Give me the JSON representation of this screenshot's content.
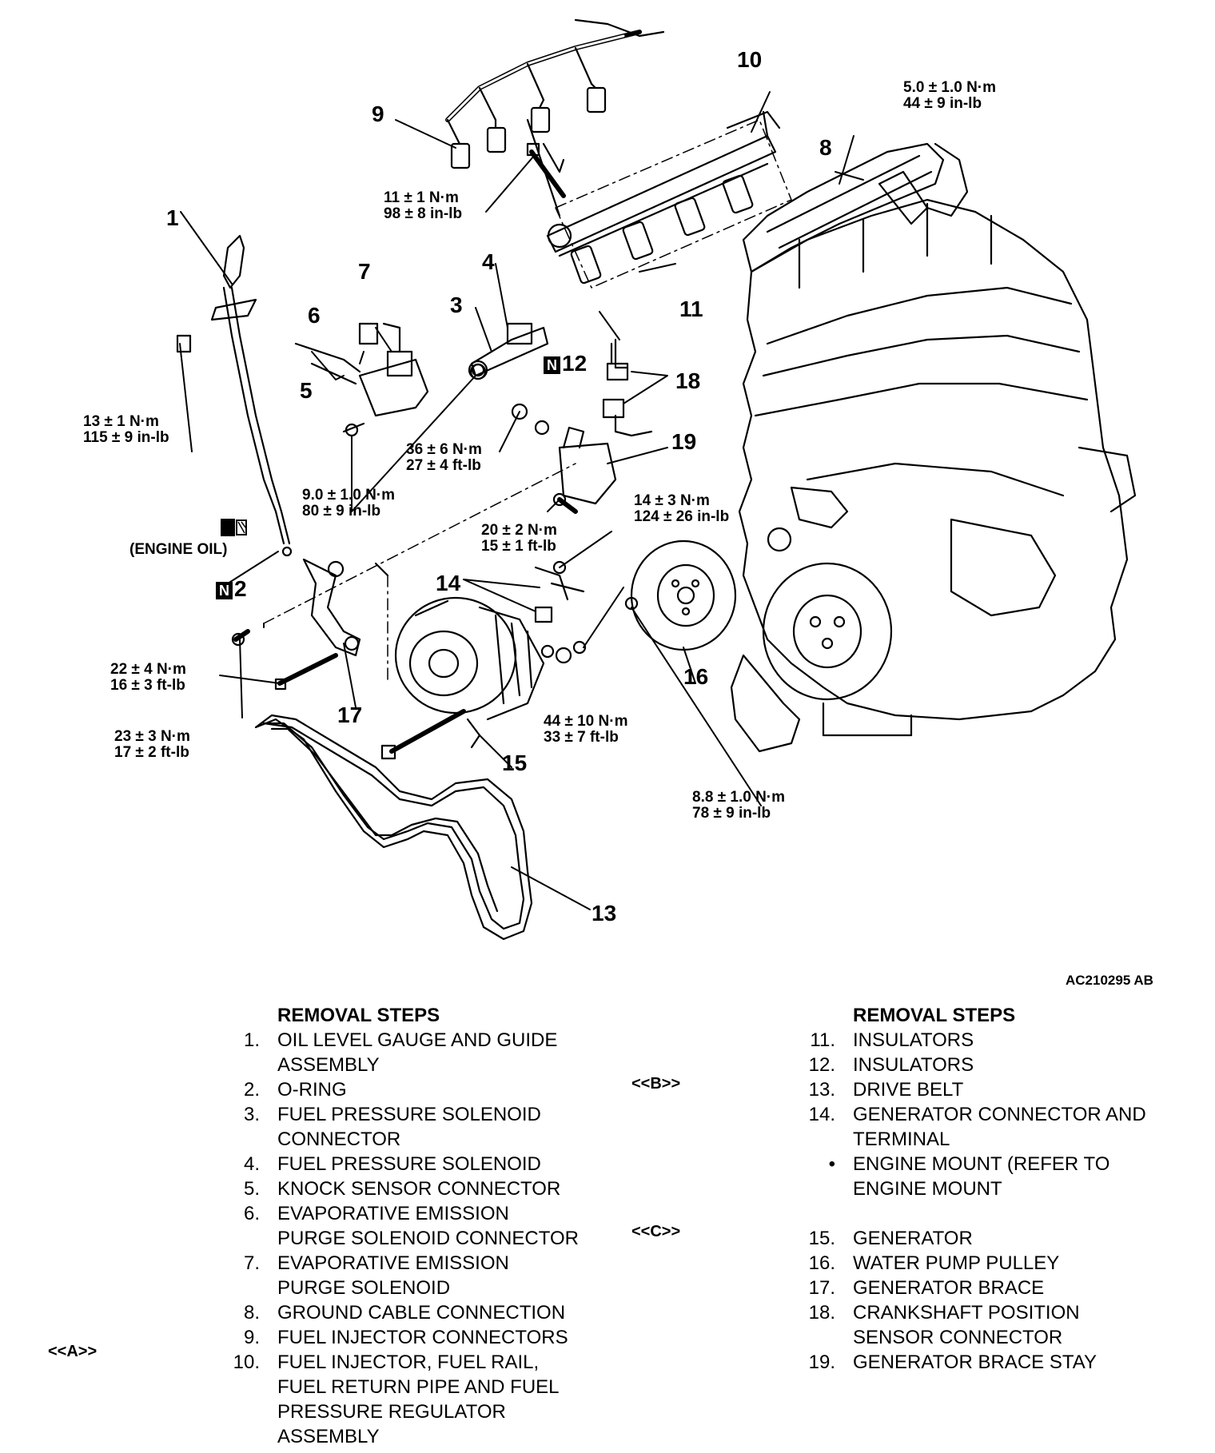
{
  "figure_code": "AC210295 AB",
  "callouts": {
    "c1": "1",
    "c2": "2",
    "c3": "3",
    "c4": "4",
    "c5": "5",
    "c6": "6",
    "c7": "7",
    "c8": "8",
    "c9": "9",
    "c10": "10",
    "c11": "11",
    "c12": "12",
    "c13": "13",
    "c14": "14",
    "c15": "15",
    "c16": "16",
    "c17": "17",
    "c18": "18",
    "c19": "19"
  },
  "badge_n": "N",
  "engine_oil": "(ENGINE OIL)",
  "torques": {
    "t1": "5.0 ± 1.0 N·m\n44 ± 9 in-lb",
    "t2": "11 ± 1 N·m\n98 ± 8 in-lb",
    "t3": "13 ± 1 N·m\n115 ± 9 in-lb",
    "t4": "36 ± 6 N·m\n27 ± 4 ft-lb",
    "t5": "9.0 ± 1.0 N·m\n80 ± 9 in-lb",
    "t6": "14 ± 3 N·m\n124 ± 26 in-lb",
    "t7": "20 ± 2 N·m\n15 ± 1 ft-lb",
    "t8": "22 ± 4 N·m\n16 ± 3 ft-lb",
    "t9": "23 ± 3 N·m\n17 ± 2 ft-lb",
    "t10": "44 ± 10 N·m\n33 ± 7 ft-lb",
    "t11": "8.8 ± 1.0 N·m\n78 ± 9 in-lb"
  },
  "left_steps": {
    "title": "REMOVAL STEPS",
    "items": [
      {
        "n": "1.",
        "t": "OIL LEVEL GAUGE AND GUIDE\nASSEMBLY"
      },
      {
        "n": "2.",
        "t": "O-RING"
      },
      {
        "n": "3.",
        "t": "FUEL PRESSURE SOLENOID\nCONNECTOR"
      },
      {
        "n": "4.",
        "t": "FUEL PRESSURE SOLENOID"
      },
      {
        "n": "5.",
        "t": "KNOCK SENSOR CONNECTOR"
      },
      {
        "n": "6.",
        "t": "EVAPORATIVE EMISSION\nPURGE SOLENOID CONNECTOR"
      },
      {
        "n": "7.",
        "t": "EVAPORATIVE EMISSION\nPURGE SOLENOID"
      },
      {
        "n": "8.",
        "t": "GROUND CABLE CONNECTION"
      },
      {
        "n": "9.",
        "t": "FUEL INJECTOR CONNECTORS"
      },
      {
        "n": "10.",
        "t": "FUEL INJECTOR, FUEL RAIL,\nFUEL RETURN PIPE AND FUEL\nPRESSURE REGULATOR\nASSEMBLY"
      }
    ]
  },
  "right_steps": {
    "title": "REMOVAL STEPS",
    "items": [
      {
        "n": "11.",
        "t": "INSULATORS"
      },
      {
        "n": "12.",
        "t": "INSULATORS"
      },
      {
        "n": "13.",
        "t": "DRIVE BELT"
      },
      {
        "n": "14.",
        "t": "GENERATOR CONNECTOR AND\nTERMINAL"
      },
      {
        "n": "•",
        "t": "ENGINE MOUNT (REFER TO\nENGINE MOUNT"
      },
      {
        "n": "15.",
        "t": "GENERATOR"
      },
      {
        "n": "16.",
        "t": "WATER PUMP PULLEY"
      },
      {
        "n": "17.",
        "t": "GENERATOR BRACE"
      },
      {
        "n": "18.",
        "t": "CRANKSHAFT POSITION\nSENSOR CONNECTOR"
      },
      {
        "n": "19.",
        "t": "GENERATOR BRACE STAY"
      }
    ]
  },
  "tags": {
    "a": "<<A>>",
    "b": "<<B>>",
    "c": "<<C>>"
  }
}
